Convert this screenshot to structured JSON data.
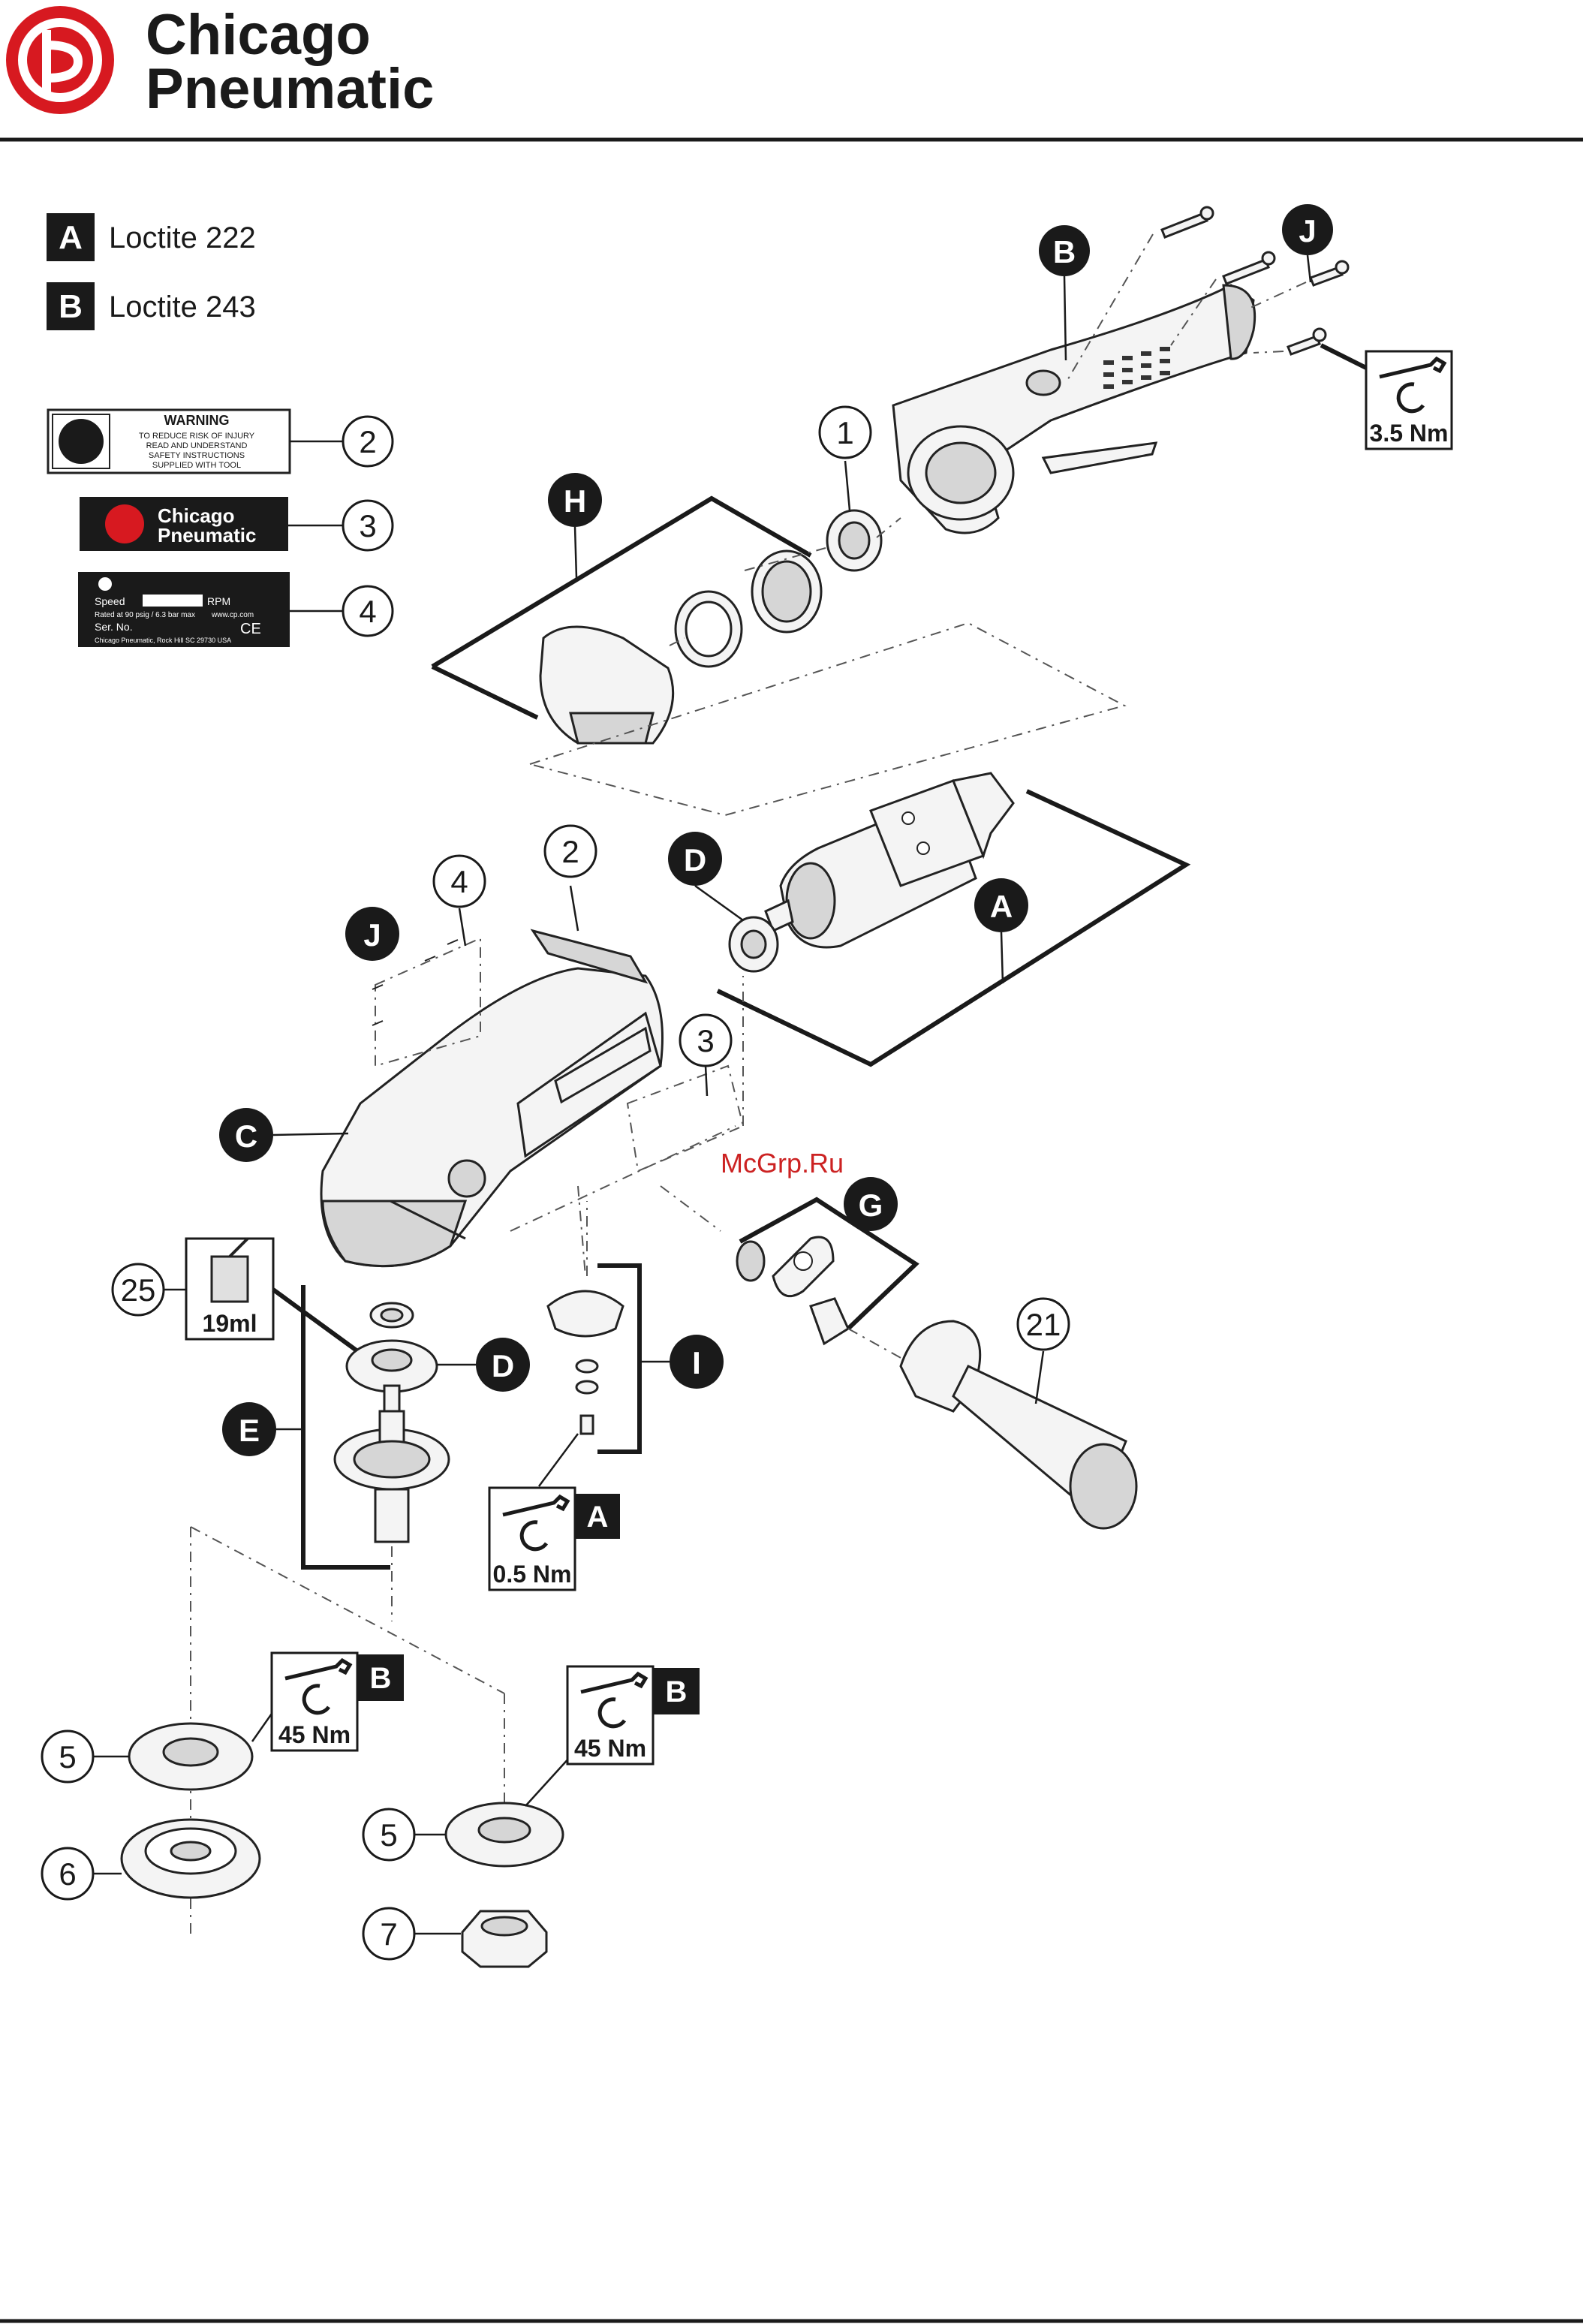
{
  "brand": {
    "line1": "Chicago",
    "line2": "Pneumatic",
    "logo_color": "#d71920"
  },
  "legend": [
    {
      "letter": "A",
      "text": "Loctite 222"
    },
    {
      "letter": "B",
      "text": "Loctite 243"
    }
  ],
  "labels": {
    "warning": {
      "title": "WARNING",
      "lines": [
        "TO REDUCE RISK OF INJURY",
        "READ AND UNDERSTAND",
        "SAFETY INSTRUCTIONS",
        "SUPPLIED WITH TOOL"
      ]
    },
    "nameplate": {
      "line1": "Chicago",
      "line2": "Pneumatic"
    },
    "rating": {
      "speed": "Speed",
      "rpm": "RPM",
      "rated": "Rated at 90 psig / 6.3 bar max",
      "web": "www.cp.com",
      "ser": "Ser. No.",
      "ce": "CE",
      "footer": "Chicago Pneumatic, Rock Hill SC 29730 USA"
    }
  },
  "torque": {
    "t1": {
      "value": "3.5 Nm"
    },
    "t2": {
      "value": "0.5 Nm",
      "letter": "A"
    },
    "t3": {
      "value": "45 Nm",
      "letter": "B"
    },
    "t4": {
      "value": "45 Nm",
      "letter": "B"
    }
  },
  "grease": {
    "volume": "19ml",
    "callout": "25"
  },
  "callouts": {
    "n1": "1",
    "n2a": "2",
    "n3a": "3",
    "n4a": "4",
    "n2b": "2",
    "n4b": "4",
    "n3b": "3",
    "n21": "21",
    "n5a": "5",
    "n6": "6",
    "n5b": "5",
    "n7": "7"
  },
  "letters": {
    "B_top": "B",
    "J_top": "J",
    "H": "H",
    "D_top": "D",
    "A": "A",
    "J_left": "J",
    "C": "C",
    "G": "G",
    "D_mid": "D",
    "I": "I",
    "E": "E"
  },
  "watermark": "McGrp.Ru"
}
